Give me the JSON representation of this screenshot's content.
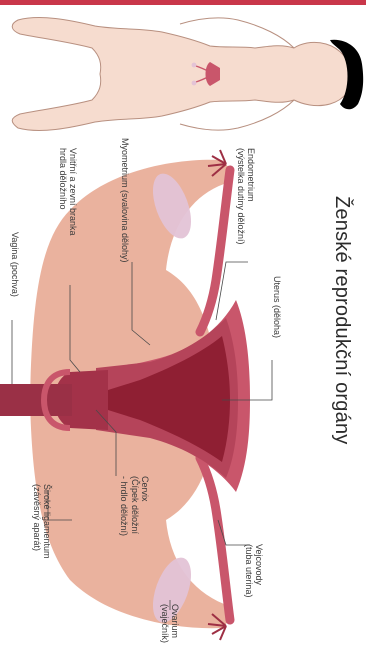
{
  "title": "Ženské reprodukční orgány",
  "labels": {
    "endometrium_1": "Endometrium",
    "endometrium_2": "(výstelka dutiny děložní)",
    "myometrium": "Myometrium (svalovina dělohy)",
    "vaginal_fornix_1": "Vnitřní a zevní branka",
    "vaginal_fornix_2": "hrdla děložního",
    "vagina": "Vagina (pochva)",
    "uterus": "Uterus (děloha)",
    "cervix_1": "Cervix",
    "cervix_2": "(Čípek děložní",
    "cervix_3": "- hrdlo děložní)",
    "broad_ligament_1": "Široké ligamentum",
    "broad_ligament_2": "(závěsný aparát)",
    "fallopian_1": "Vejcovody",
    "fallopian_2": "(tuba uterina)",
    "ovary_1": "Ovarium",
    "ovary_2": "(vaječník)"
  },
  "colors": {
    "accent": "#c9374a",
    "skin": "#f6dccf",
    "ligament": "#e6a58d",
    "uterus_wall": "#c9566b",
    "uterus_dark": "#8f1f33",
    "ovary": "#e3c3d6",
    "hair": "#000000"
  }
}
